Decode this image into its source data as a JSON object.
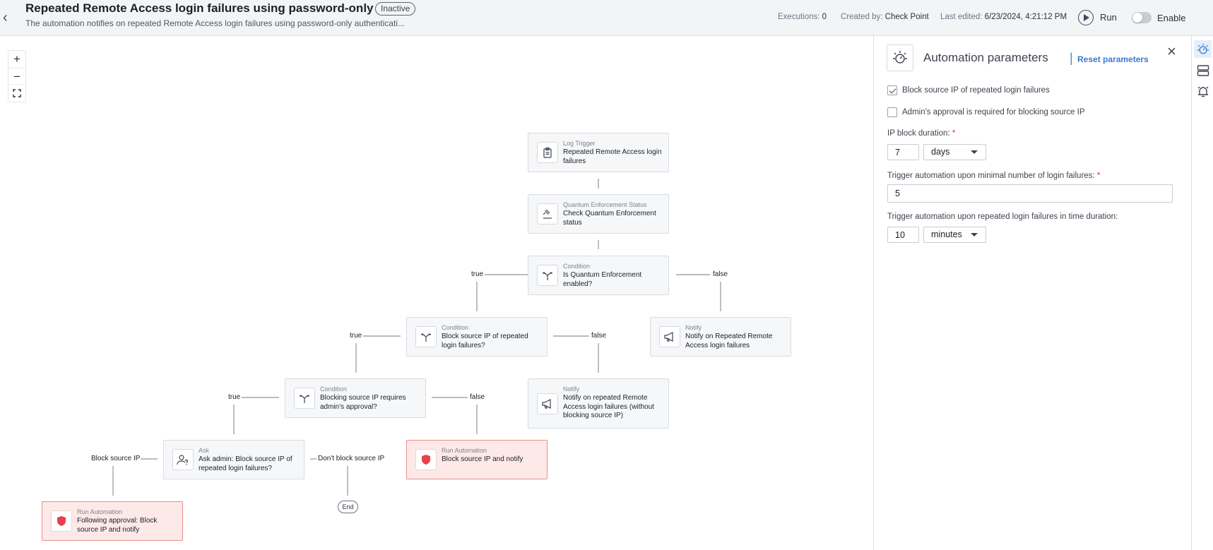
{
  "header": {
    "title": "Repeated Remote Access login failures using password-only",
    "status_badge": "Inactive",
    "subtitle": "The automation notifies on repeated Remote Access login failures using password-only authenticati...",
    "executions_label": "Executions:",
    "executions_value": "0",
    "created_by_label": "Created by:",
    "created_by_value": "Check Point",
    "last_edited_label": "Last edited:",
    "last_edited_value": "6/23/2024, 4:21:12 PM",
    "run_label": "Run",
    "enable_label": "Enable",
    "enabled": false
  },
  "canvas": {
    "zoom_in": "+",
    "zoom_out": "−",
    "nodes": [
      {
        "type": "Log Trigger",
        "label": "Repeated Remote Access login failures",
        "icon": "clipboard-icon"
      },
      {
        "type": "Quantum Enforcement Status",
        "label": "Check Quantum Enforcement status",
        "icon": "gavel-icon"
      },
      {
        "type": "Condition",
        "label": "Is Quantum Enforcement enabled?",
        "icon": "split-icon"
      },
      {
        "type": "Condition",
        "label": "Block source IP of repeated login failures?",
        "icon": "split-icon"
      },
      {
        "type": "Notify",
        "label": "Notify on Repeated Remote Access login failures",
        "icon": "megaphone-icon"
      },
      {
        "type": "Condition",
        "label": "Blocking source IP requires admin's approval?",
        "icon": "split-icon"
      },
      {
        "type": "Notify",
        "label": "Notify on repeated Remote Access login failures (without blocking source IP)",
        "icon": "megaphone-icon"
      },
      {
        "type": "Ask",
        "label": "Ask admin: Block source IP of repeated login failures?",
        "icon": "user-question-icon"
      },
      {
        "type": "Run Automation",
        "label": "Block source IP and notify",
        "icon": "shield-icon"
      },
      {
        "type": "Run Automation",
        "label": "Following approval: Block source IP and notify",
        "icon": "shield-icon"
      }
    ],
    "edge_labels": {
      "true_1": "true",
      "false_1": "false",
      "true_2": "true",
      "false_2": "false",
      "true_3": "true",
      "false_3": "false",
      "block": "Block source IP",
      "dont_block": "Don't block source IP"
    },
    "end_label": "End"
  },
  "panel": {
    "title": "Automation parameters",
    "separator": "|",
    "reset_label": "Reset parameters",
    "block_ip_label": "Block source IP of repeated login failures",
    "block_ip_checked": true,
    "approval_label": "Admin's approval is required for blocking source IP",
    "approval_checked": false,
    "ip_block_label": "IP block duration:",
    "ip_block_value": "7",
    "ip_block_unit": "days",
    "min_failures_label": "Trigger automation upon minimal number of login failures:",
    "min_failures_value": "5",
    "time_duration_label": "Trigger automation upon repeated login failures in time duration:",
    "time_duration_value": "10",
    "time_duration_unit": "minutes",
    "required_marker": "*"
  },
  "rail": {
    "items": [
      "automation-icon",
      "layout-icon",
      "alarm-icon"
    ]
  },
  "colors": {
    "accent": "#3a7bd5",
    "danger_fill": "#fde9e8",
    "danger_border": "#e88f8b",
    "danger_icon": "#e8414b"
  }
}
